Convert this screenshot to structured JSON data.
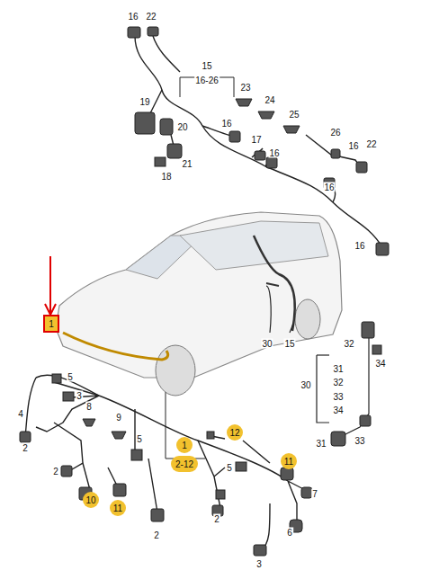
{
  "diagram": {
    "nodes": [
      {
        "text": [
          "1"
        ]
      },
      {
        "text": [
          "1"
        ]
      },
      {
        "text": [
          "2-12"
        ]
      },
      {
        "text": [
          "12"
        ]
      },
      {
        "text": [
          "11"
        ]
      },
      {
        "text": [
          "10"
        ]
      },
      {
        "text": [
          "11"
        ]
      }
    ],
    "edges": [],
    "labels": [
      "16",
      "22",
      "15",
      "16-26",
      "23",
      "24",
      "25",
      "19",
      "20",
      "16",
      "17",
      "21",
      "18",
      "16",
      "26",
      "16",
      "22",
      "16",
      "16",
      "30",
      "15",
      "32",
      "34",
      "30",
      "31",
      "32",
      "33",
      "34",
      "31",
      "33",
      "5",
      "3",
      "4",
      "2",
      "8",
      "9",
      "5",
      "2",
      "5",
      "7",
      "6",
      "2",
      "2",
      "3"
    ]
  }
}
